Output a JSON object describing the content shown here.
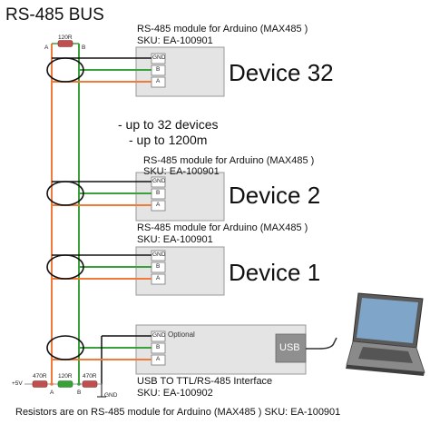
{
  "title": "RS-485 BUS",
  "colors": {
    "green": "#3aa13a",
    "orange": "#f07a3a",
    "black": "#111111",
    "module": "#e4e4e4",
    "usb": "#8f8f8f",
    "resistor": "#c05050"
  },
  "top_resistor": {
    "value": "120R",
    "left": "A",
    "right": "B"
  },
  "module_caption": "RS-485 module for Arduino (MAX485 )",
  "module_caption_short": "RS-485 module for Arduino (MAX485 )",
  "sku_module": "SKU: EA-100901",
  "pins": {
    "gnd": "GND",
    "b": "B",
    "a": "A",
    "optional": "Optional"
  },
  "devices": {
    "d32": "Device 32",
    "d2": "Device 2",
    "d1": "Device 1"
  },
  "notes": {
    "line1": "- up to 32 devices",
    "line2": "- up to 1200m"
  },
  "usb_label": "USB",
  "interface_caption": "USB TO TTL/RS-485 Interface",
  "sku_interface": "SKU: EA-100902",
  "bottom": {
    "vcc": "+5V",
    "r1": "470R",
    "r2": "120R",
    "r3": "470R",
    "a": "A",
    "b": "B",
    "gnd": "GND"
  },
  "footer": "Resistors are on RS-485 module for Arduino (MAX485 ) SKU: EA-100901"
}
